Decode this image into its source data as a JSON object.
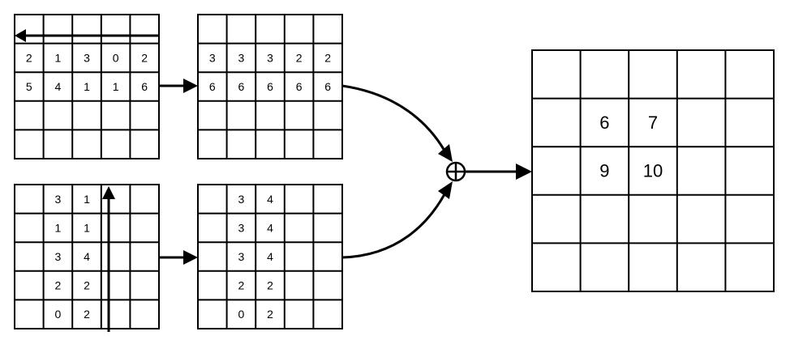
{
  "grids": {
    "top_left": {
      "rows": [
        [
          "",
          "",
          "",
          "",
          ""
        ],
        [
          "2",
          "1",
          "3",
          "0",
          "2"
        ],
        [
          "5",
          "4",
          "1",
          "1",
          "6"
        ],
        [
          "",
          "",
          "",
          "",
          ""
        ],
        [
          "",
          "",
          "",
          "",
          ""
        ]
      ]
    },
    "top_right": {
      "rows": [
        [
          "",
          "",
          "",
          "",
          ""
        ],
        [
          "3",
          "3",
          "3",
          "2",
          "2"
        ],
        [
          "6",
          "6",
          "6",
          "6",
          "6"
        ],
        [
          "",
          "",
          "",
          "",
          ""
        ],
        [
          "",
          "",
          "",
          "",
          ""
        ]
      ]
    },
    "bottom_left": {
      "rows": [
        [
          "",
          "3",
          "1",
          "",
          ""
        ],
        [
          "",
          "1",
          "1",
          "",
          ""
        ],
        [
          "",
          "3",
          "4",
          "",
          ""
        ],
        [
          "",
          "2",
          "2",
          "",
          ""
        ],
        [
          "",
          "0",
          "2",
          "",
          ""
        ]
      ]
    },
    "bottom_right": {
      "rows": [
        [
          "",
          "3",
          "4",
          "",
          ""
        ],
        [
          "",
          "3",
          "4",
          "",
          ""
        ],
        [
          "",
          "3",
          "4",
          "",
          ""
        ],
        [
          "",
          "2",
          "2",
          "",
          ""
        ],
        [
          "",
          "0",
          "2",
          "",
          ""
        ]
      ]
    },
    "result": {
      "rows": [
        [
          "",
          "",
          "",
          "",
          ""
        ],
        [
          "",
          "6",
          "7",
          "",
          ""
        ],
        [
          "",
          "9",
          "10",
          "",
          ""
        ],
        [
          "",
          "",
          "",
          "",
          ""
        ],
        [
          "",
          "",
          "",
          "",
          ""
        ]
      ]
    }
  },
  "operator_symbol": "⊕"
}
